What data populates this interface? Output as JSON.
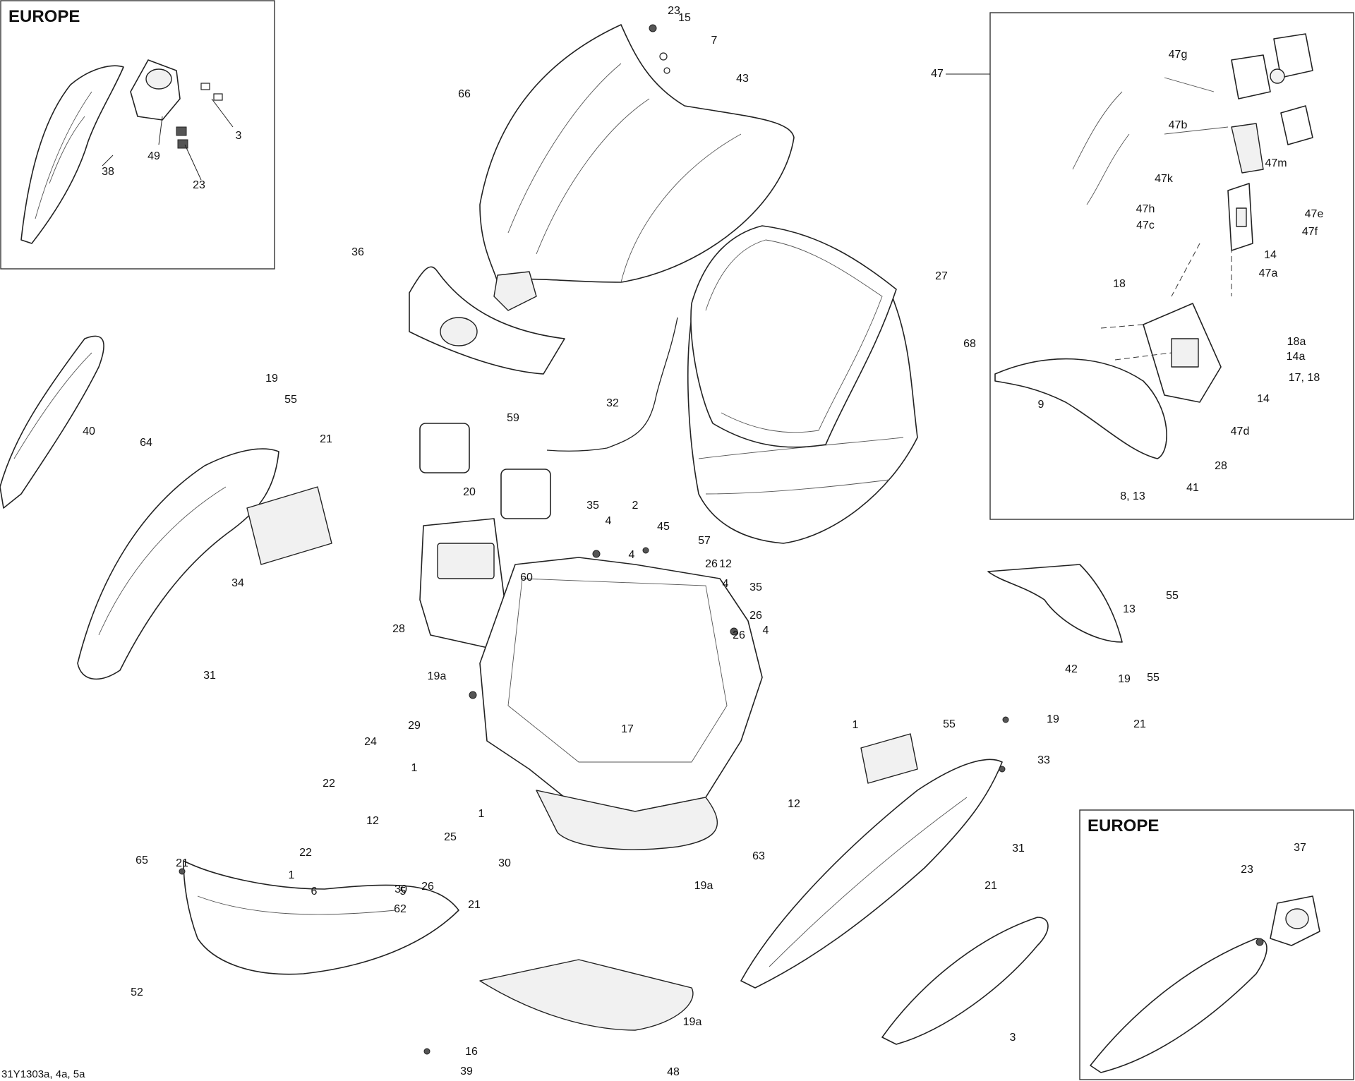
{
  "europe_boxes": {
    "top_left_title": "EUROPE",
    "bottom_right_title": "EUROPE"
  },
  "reference_code": "31Y1303a, 4a, 5a",
  "callouts": [
    "23",
    "15",
    "7",
    "43",
    "66",
    "36",
    "27",
    "68",
    "32",
    "59",
    "47",
    "47g",
    "47b",
    "47m",
    "47k",
    "47h",
    "47e",
    "47c",
    "47f",
    "14",
    "47a",
    "18",
    "18a",
    "14a",
    "17, 18",
    "14",
    "9",
    "47d",
    "28",
    "41",
    "8, 13",
    "3",
    "49",
    "23",
    "38",
    "40",
    "19",
    "55",
    "21",
    "64",
    "34",
    "31",
    "20",
    "60",
    "28",
    "35",
    "4",
    "2",
    "45",
    "57",
    "26",
    "4",
    "12",
    "4",
    "35",
    "26",
    "4",
    "26",
    "19a",
    "29",
    "17",
    "55",
    "13",
    "42",
    "19",
    "55",
    "21",
    "55",
    "19",
    "33",
    "31",
    "1",
    "12",
    "24",
    "1",
    "22",
    "1",
    "12",
    "25",
    "22",
    "1",
    "6",
    "30",
    "30",
    "5",
    "26",
    "62",
    "63",
    "19a",
    "21",
    "65",
    "21",
    "52",
    "21",
    "19a",
    "16",
    "39",
    "48",
    "3",
    "23",
    "37"
  ]
}
